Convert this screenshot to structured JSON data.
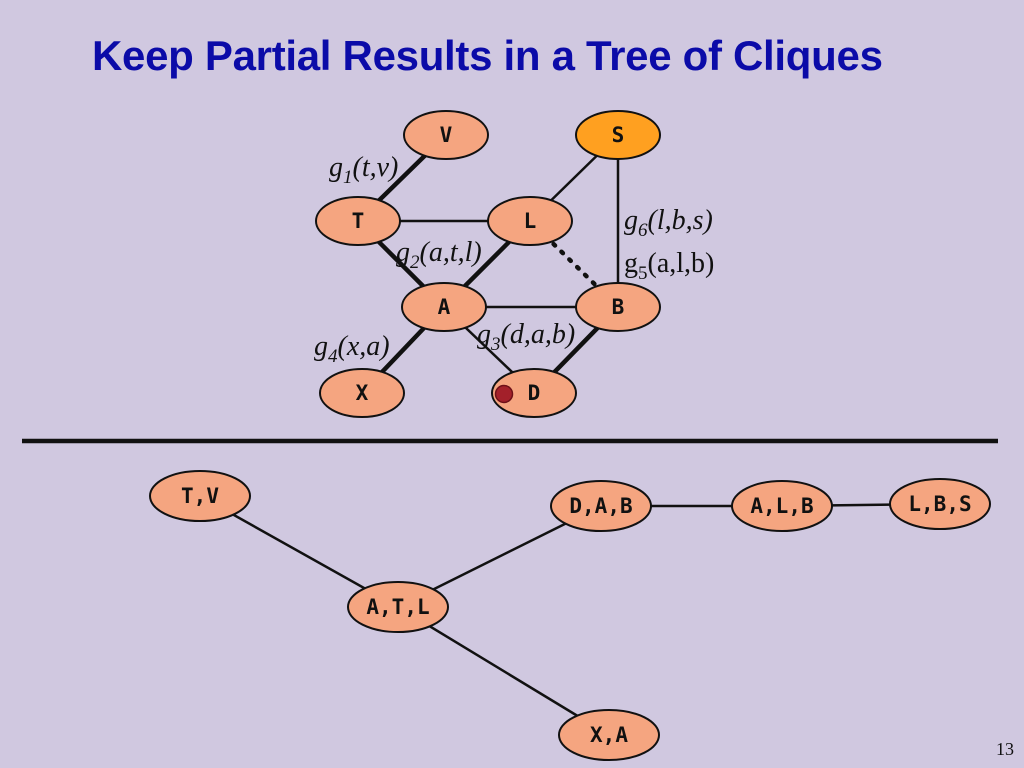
{
  "title": "Keep Partial Results in a Tree of Cliques",
  "page_number": "13",
  "colors": {
    "background": "#d0c8e0",
    "title": "#0b0ba8",
    "node_fill": "#f5a580",
    "highlight_node_fill": "#ffa020",
    "marker": "#a3202a",
    "edge": "#111111"
  },
  "network": {
    "nodes": [
      {
        "id": "V",
        "label": "V"
      },
      {
        "id": "S",
        "label": "S",
        "highlight": true
      },
      {
        "id": "T",
        "label": "T"
      },
      {
        "id": "L",
        "label": "L"
      },
      {
        "id": "A",
        "label": "A"
      },
      {
        "id": "B",
        "label": "B"
      },
      {
        "id": "X",
        "label": "X"
      },
      {
        "id": "D",
        "label": "D",
        "marked": true
      }
    ],
    "edges": [
      {
        "from": "V",
        "to": "T",
        "style": "bold"
      },
      {
        "from": "T",
        "to": "L",
        "style": "thin"
      },
      {
        "from": "T",
        "to": "A",
        "style": "bold"
      },
      {
        "from": "L",
        "to": "A",
        "style": "bold"
      },
      {
        "from": "S",
        "to": "L",
        "style": "thin"
      },
      {
        "from": "S",
        "to": "B",
        "style": "thin"
      },
      {
        "from": "L",
        "to": "B",
        "style": "dotted"
      },
      {
        "from": "A",
        "to": "B",
        "style": "thin"
      },
      {
        "from": "A",
        "to": "X",
        "style": "bold"
      },
      {
        "from": "A",
        "to": "D",
        "style": "thin"
      },
      {
        "from": "B",
        "to": "D",
        "style": "bold"
      }
    ],
    "factors": {
      "g1": {
        "g": "g",
        "sub": "1",
        "args": "(t,v)"
      },
      "g2": {
        "g": "g",
        "sub": "2",
        "args": "(a,t,l)"
      },
      "g3": {
        "g": "g",
        "sub": "3",
        "args": "(d,a,b)"
      },
      "g4": {
        "g": "g",
        "sub": "4",
        "args": "(x,a)"
      },
      "g5": {
        "g": "g",
        "sub": "5",
        "args": "(a,l,b)"
      },
      "g6": {
        "g": "g",
        "sub": "6",
        "args": "(l,b,s)"
      }
    }
  },
  "clique_tree": {
    "nodes": [
      {
        "id": "TV",
        "label": "T,V"
      },
      {
        "id": "ATL",
        "label": "A,T,L"
      },
      {
        "id": "XA",
        "label": "X,A"
      },
      {
        "id": "DAB",
        "label": "D,A,B"
      },
      {
        "id": "ALB",
        "label": "A,L,B"
      },
      {
        "id": "LBS",
        "label": "L,B,S"
      }
    ],
    "edges": [
      {
        "from": "TV",
        "to": "ATL"
      },
      {
        "from": "ATL",
        "to": "XA"
      },
      {
        "from": "ATL",
        "to": "DAB"
      },
      {
        "from": "DAB",
        "to": "ALB"
      },
      {
        "from": "ALB",
        "to": "LBS"
      }
    ]
  }
}
